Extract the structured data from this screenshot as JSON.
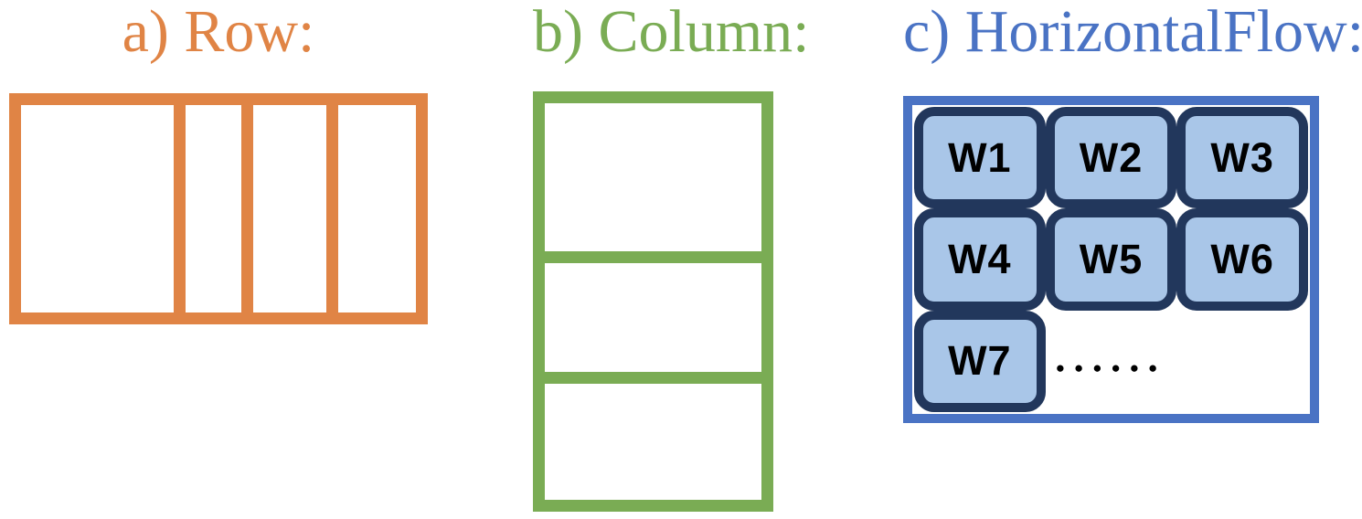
{
  "colors": {
    "orange": "#E08445",
    "green": "#7AAC54",
    "blue": "#4A73C4",
    "navy": "#22375C",
    "widget_fill": "#A9C6E8",
    "background": "#FFFFFF"
  },
  "panels": {
    "row": {
      "label": "a) Row:",
      "cell_count": 4
    },
    "column": {
      "label": "b) Column:",
      "cell_count": 3
    },
    "flow": {
      "label": "c) HorizontalFlow:",
      "widgets": [
        "W1",
        "W2",
        "W3",
        "W4",
        "W5",
        "W6",
        "W7"
      ],
      "ellipsis": "●●●●●●"
    }
  }
}
